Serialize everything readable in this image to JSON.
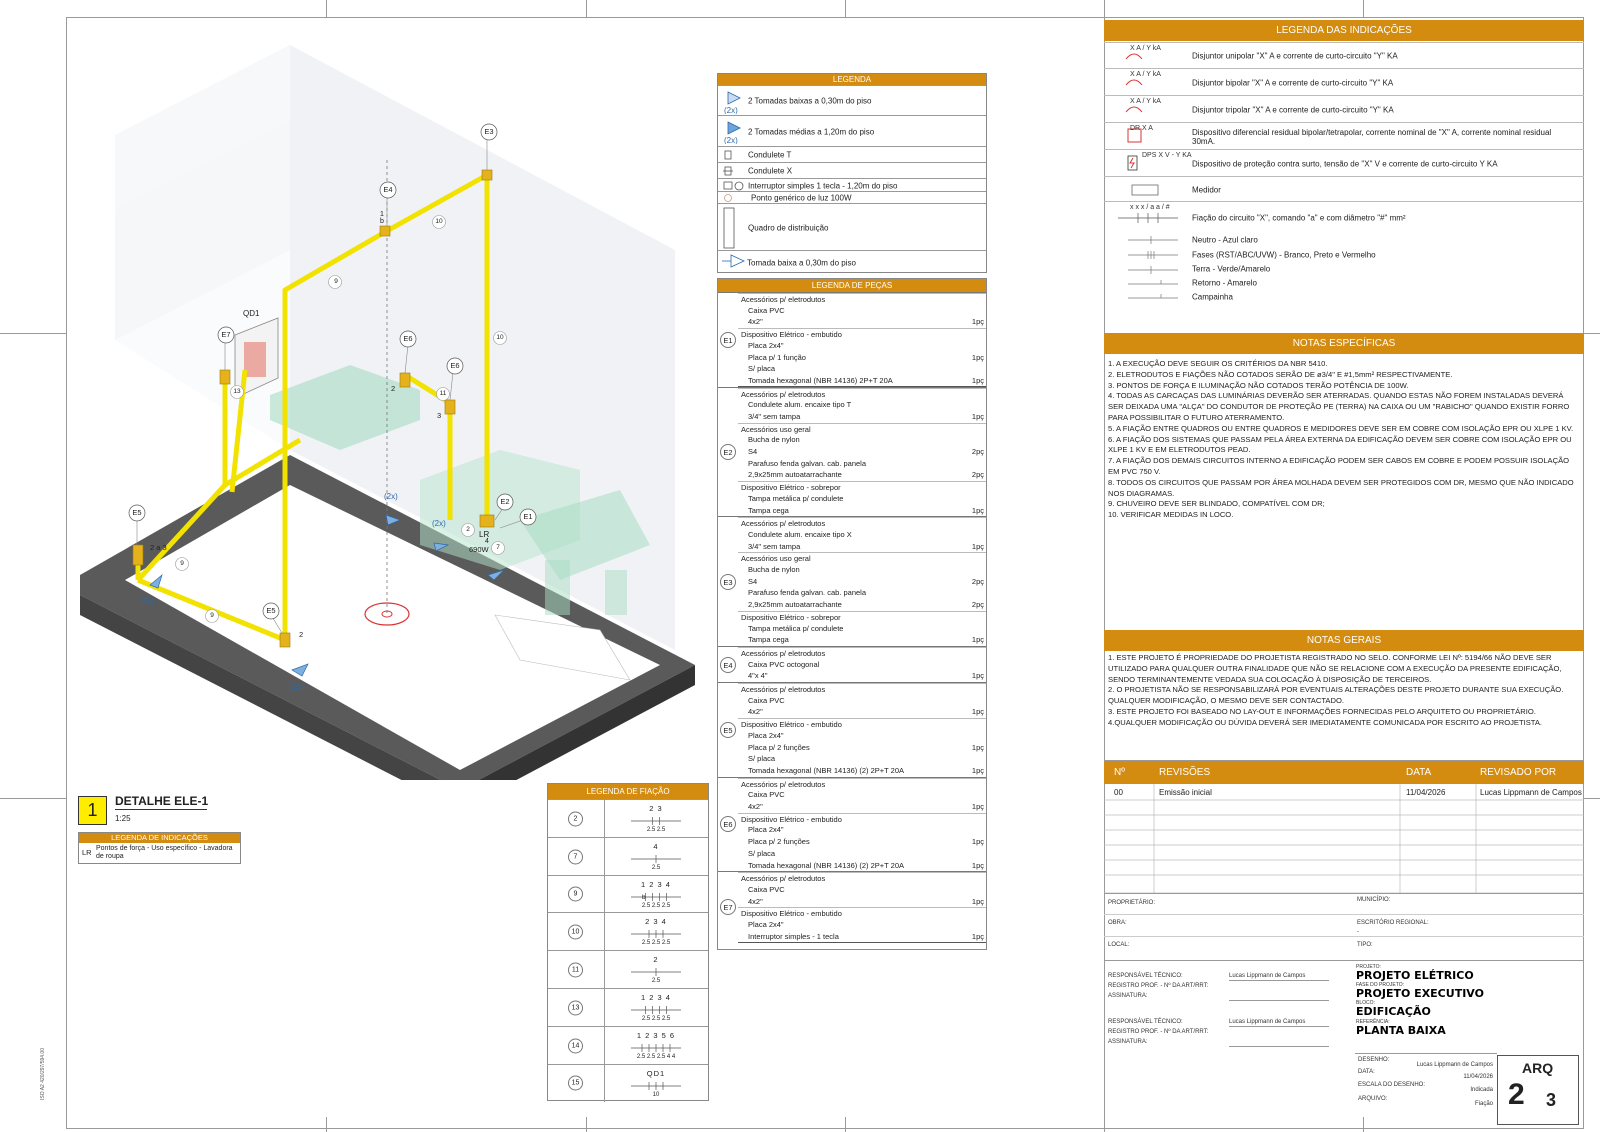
{
  "legend": {
    "title": "LEGENDA",
    "rows": [
      {
        "label": "2 Tomadas baixas a 0,30m do piso",
        "mult": "(2x)"
      },
      {
        "label": "2 Tomadas médias a 1,20m do piso",
        "mult": "(2x)"
      },
      {
        "label": "Condulete T"
      },
      {
        "label": "Condulete X"
      },
      {
        "label": "Interruptor simples 1 tecla - 1,20m do piso"
      },
      {
        "label": "Ponto genérico de luz 100W"
      },
      {
        "label": "Quadro de distribuição"
      },
      {
        "label": "Tomada baixa a 0,30m do piso"
      }
    ]
  },
  "parts": {
    "title": "LEGENDA DE PEÇAS",
    "groups": [
      {
        "code": "E1",
        "lines": [
          {
            "t": "Acessórios p/ eletrodutos",
            "k": "cat"
          },
          {
            "t": "Caixa PVC",
            "k": "item"
          },
          {
            "t": "4x2\"",
            "k": "item",
            "q": "1pç"
          },
          {
            "t": "Dispositivo Elétrico - embutido",
            "k": "cat"
          },
          {
            "t": "Placa 2x4\"",
            "k": "item"
          },
          {
            "t": "Placa p/ 1 função",
            "k": "item",
            "q": "1pç"
          },
          {
            "t": "S/ placa",
            "k": "item"
          },
          {
            "t": "Tomada hexagonal (NBR 14136) 2P+T 20A",
            "k": "item",
            "q": "1pç"
          }
        ]
      },
      {
        "code": "E2",
        "lines": [
          {
            "t": "Acessórios p/ eletrodutos",
            "k": "cat"
          },
          {
            "t": "Condulete alum. encaixe tipo T",
            "k": "item"
          },
          {
            "t": "3/4\" sem tampa",
            "k": "item",
            "q": "1pç"
          },
          {
            "t": "Acessórios uso geral",
            "k": "cat"
          },
          {
            "t": "Bucha de nylon",
            "k": "item"
          },
          {
            "t": "S4",
            "k": "item",
            "q": "2pç"
          },
          {
            "t": "Parafuso fenda galvan. cab. panela",
            "k": "item"
          },
          {
            "t": "2,9x25mm autoatarrachante",
            "k": "item",
            "q": "2pç"
          },
          {
            "t": "Dispositivo Elétrico - sobrepor",
            "k": "cat"
          },
          {
            "t": "Tampa metálica p/ condulete",
            "k": "item"
          },
          {
            "t": "Tampa cega",
            "k": "item",
            "q": "1pç"
          }
        ]
      },
      {
        "code": "E3",
        "lines": [
          {
            "t": "Acessórios p/ eletrodutos",
            "k": "cat"
          },
          {
            "t": "Condulete alum. encaixe tipo X",
            "k": "item"
          },
          {
            "t": "3/4\" sem tampa",
            "k": "item",
            "q": "1pç"
          },
          {
            "t": "Acessórios uso geral",
            "k": "cat"
          },
          {
            "t": "Bucha de nylon",
            "k": "item"
          },
          {
            "t": "S4",
            "k": "item",
            "q": "2pç"
          },
          {
            "t": "Parafuso fenda galvan. cab. panela",
            "k": "item"
          },
          {
            "t": "2,9x25mm autoatarrachante",
            "k": "item",
            "q": "2pç"
          },
          {
            "t": "Dispositivo Elétrico - sobrepor",
            "k": "cat"
          },
          {
            "t": "Tampa metálica p/ condulete",
            "k": "item"
          },
          {
            "t": "Tampa cega",
            "k": "item",
            "q": "1pç"
          }
        ]
      },
      {
        "code": "E4",
        "lines": [
          {
            "t": "Acessórios p/ eletrodutos",
            "k": "cat"
          },
          {
            "t": "Caixa PVC octogonal",
            "k": "item"
          },
          {
            "t": "4\"x 4\"",
            "k": "item",
            "q": "1pç"
          }
        ]
      },
      {
        "code": "E5",
        "lines": [
          {
            "t": "Acessórios p/ eletrodutos",
            "k": "cat"
          },
          {
            "t": "Caixa PVC",
            "k": "item"
          },
          {
            "t": "4x2\"",
            "k": "item",
            "q": "1pç"
          },
          {
            "t": "Dispositivo Elétrico - embutido",
            "k": "cat"
          },
          {
            "t": "Placa 2x4\"",
            "k": "item"
          },
          {
            "t": "Placa p/ 2 funções",
            "k": "item",
            "q": "1pç"
          },
          {
            "t": "S/ placa",
            "k": "item"
          },
          {
            "t": "Tomada hexagonal (NBR 14136) (2) 2P+T 20A",
            "k": "item",
            "q": "1pç"
          }
        ]
      },
      {
        "code": "E6",
        "lines": [
          {
            "t": "Acessórios p/ eletrodutos",
            "k": "cat"
          },
          {
            "t": "Caixa PVC",
            "k": "item"
          },
          {
            "t": "4x2\"",
            "k": "item",
            "q": "1pç"
          },
          {
            "t": "Dispositivo Elétrico - embutido",
            "k": "cat"
          },
          {
            "t": "Placa 2x4\"",
            "k": "item"
          },
          {
            "t": "Placa p/ 2 funções",
            "k": "item",
            "q": "1pç"
          },
          {
            "t": "S/ placa",
            "k": "item"
          },
          {
            "t": "Tomada hexagonal (NBR 14136) (2) 2P+T 20A",
            "k": "item",
            "q": "1pç"
          }
        ]
      },
      {
        "code": "E7",
        "lines": [
          {
            "t": "Acessórios p/ eletrodutos",
            "k": "cat"
          },
          {
            "t": "Caixa PVC",
            "k": "item"
          },
          {
            "t": "4x2\"",
            "k": "item",
            "q": "1pç"
          },
          {
            "t": "Dispositivo Elétrico - embutido",
            "k": "cat"
          },
          {
            "t": "Placa 2x4\"",
            "k": "item"
          },
          {
            "t": "Interruptor simples - 1 tecla",
            "k": "item",
            "q": "1pç"
          }
        ]
      }
    ]
  },
  "wiring": {
    "title": "LEGENDA DE FIAÇÃO",
    "rows": [
      {
        "id": "2",
        "nums": "2 3",
        "sub": "",
        "gauges": "2.5 2.5"
      },
      {
        "id": "7",
        "nums": "4",
        "sub": "",
        "gauges": "2.5"
      },
      {
        "id": "9",
        "nums": "1 2 3 4",
        "sub": "b",
        "gauges": "2.5 2.5 2.5"
      },
      {
        "id": "10",
        "nums": "2 3 4",
        "sub": "",
        "gauges": "2.5 2.5 2.5"
      },
      {
        "id": "11",
        "nums": "2",
        "sub": "",
        "gauges": "2.5"
      },
      {
        "id": "13",
        "nums": "1 2 3 4",
        "sub": "",
        "gauges": "2.5 2.5 2.5"
      },
      {
        "id": "14",
        "nums": "1 2 3 5 6",
        "sub": "",
        "gauges": "2.5 2.5 2.5 4 4"
      },
      {
        "id": "15",
        "nums": "QD1",
        "sub": "",
        "gauges": "10"
      }
    ]
  },
  "detail": {
    "number": "1",
    "title": "DETALHE ELE-1",
    "scale": "1:25",
    "ind_title": "LEGENDA DE INDICAÇÕES",
    "ind_code": "LR",
    "ind_text": "Pontos de força - Uso específico - Lavadora de roupa"
  },
  "drawing_labels": {
    "qd1": "QD1",
    "e1": "E1",
    "e2": "E2",
    "e3": "E3",
    "e4": "E4",
    "e5a": "E5",
    "e5b": "E5",
    "e6a": "E6",
    "e6b": "E6",
    "e7": "E7",
    "lr": "LR",
    "lr_power": "690W",
    "lr_num": "4",
    "n1b": "1",
    "n1b_sub": "b",
    "n2a": "2",
    "n2b": "2",
    "n3": "3",
    "n2a3": "2 a 3",
    "w9a": "9",
    "w9b": "9",
    "w10a": "10",
    "w10b": "10",
    "w11": "11",
    "w13": "13",
    "w2": "2",
    "w7": "7",
    "w9c": "9",
    "x2a": "(2x)",
    "x2b": "(2x)",
    "x2c": "(2x)",
    "x2d": "(2x)"
  },
  "right": {
    "ind_title": "LEGENDA DAS INDICAÇÕES",
    "indications": [
      {
        "sym": "X A / Y kA",
        "text": "Disjuntor unipolar \"X\" A e corrente de curto-circuito \"Y\" KA"
      },
      {
        "sym": "X A / Y kA",
        "text": "Disjuntor bipolar \"X\" A e corrente de curto-circuito \"Y\" KA"
      },
      {
        "sym": "X A / Y kA",
        "text": "Disjuntor tripolar \"X\" A e corrente de curto-circuito \"Y\" KA"
      },
      {
        "sym": "DR X A",
        "text": "Dispositivo diferencial residual bipolar/tetrapolar, corrente nominal de \"X\" A, corrente nominal residual 30mA."
      },
      {
        "sym": "DPS X V - Y KA",
        "text": "Dispositivo de proteção contra surto, tensão de \"X\" V e corrente de curto-circuito Y KA"
      },
      {
        "sym": "",
        "text": "Medidor"
      },
      {
        "sym": "x x x / a a / #",
        "text": "Fiação do circuito \"X\", comando \"a\" e com diâmetro \"#\" mm²"
      },
      {
        "sym": "",
        "text": "Neutro - Azul claro"
      },
      {
        "sym": "",
        "text": "Fases (RST/ABC/UVW) - Branco, Preto e Vermelho"
      },
      {
        "sym": "",
        "text": "Terra - Verde/Amarelo"
      },
      {
        "sym": "",
        "text": "Retorno - Amarelo"
      },
      {
        "sym": "",
        "text": "Campainha"
      }
    ],
    "spec_title": "NOTAS ESPECÍFICAS",
    "spec_notes": [
      "1. A EXECUÇÃO DEVE SEGUIR OS CRITÉRIOS DA NBR 5410.",
      "2. ELETRODUTOS E FIAÇÕES NÃO COTADOS SERÃO DE ø3/4\" E #1,5mm² RESPECTIVAMENTE.",
      "3. PONTOS DE FORÇA E ILUMINAÇÃO NÃO COTADOS TERÃO POTÊNCIA DE 100W.",
      "4. TODAS AS CARCAÇAS DAS LUMINÁRIAS DEVERÃO SER ATERRADAS. QUANDO ESTAS NÃO FOREM INSTALADAS DEVERÁ SER DEIXADA UMA \"ALÇA\" DO CONDUTOR DE PROTEÇÃO PE (TERRA) NA CAIXA OU UM \"RABICHO\" QUANDO EXISTIR FORRO PARA POSSIBILITAR O FUTURO ATERRAMENTO.",
      "5. A FIAÇÃO ENTRE QUADROS OU ENTRE QUADROS E MEDIDORES DEVE SER EM COBRE COM ISOLAÇÃO EPR OU XLPE 1 KV.",
      "6. A FIAÇÃO DOS SISTEMAS QUE PASSAM PELA ÁREA EXTERNA DA EDIFICAÇÃO DEVEM SER COBRE COM ISOLAÇÃO EPR OU XLPE 1 KV E EM ELETRODUTOS PEAD.",
      "7. A FIAÇÃO DOS DEMAIS CIRCUITOS INTERNO A EDIFICAÇÃO PODEM SER CABOS EM COBRE E PODEM POSSUIR ISOLAÇÃO EM PVC 750 V.",
      "8. TODOS OS CIRCUITOS QUE PASSAM POR ÁREA MOLHADA DEVEM SER PROTEGIDOS COM DR, MESMO QUE NÃO INDICADO NOS DIAGRAMAS.",
      "9. CHUVEIRO DEVE SER BLINDADO, COMPATÍVEL COM DR;",
      "10. VERIFICAR MEDIDAS IN LOCO."
    ],
    "gen_title": "NOTAS GERAIS",
    "gen_notes": [
      "1. ESTE PROJETO É PROPRIEDADE DO PROJETISTA REGISTRADO NO SELO. CONFORME LEI Nº: 5194/66 NÃO DEVE SER UTILIZADO PARA QUALQUER OUTRA FINALIDADE QUE NÃO SE RELACIONE COM A EXECUÇÃO DA PRESENTE EDIFICAÇÃO, SENDO TERMINANTEMENTE VEDADA SUA COLOCAÇÃO À DISPOSIÇÃO DE TERCEIROS.",
      "2. O PROJETISTA NÃO SE RESPONSABILIZARÁ POR EVENTUAIS ALTERAÇÕES DESTE PROJETO DURANTE SUA EXECUÇÃO. QUALQUER MODIFICAÇÃO, O MESMO DEVE SER CONTACTADO.",
      "3. ESTE PROJETO FOI BASEADO NO LAY-OUT E INFORMAÇÕES FORNECIDAS PELO ARQUITETO OU PROPRIETÁRIO.",
      "4.QUALQUER MODIFICAÇÃO OU DÚVIDA DEVERÁ SER IMEDIATAMENTE COMUNICADA POR ESCRITO AO PROJETISTA."
    ],
    "rev": {
      "h_no": "Nº",
      "h_rev": "REVISÕES",
      "h_date": "DATA",
      "h_by": "REVISADO POR",
      "no": "00",
      "desc": "Emissão inicial",
      "date": "11/04/2026",
      "by": "Lucas Lippmann de Campos"
    },
    "tb": {
      "proprietario": "PROPRIETÁRIO:",
      "municipio": "MUNICÍPIO:",
      "obra": "OBRA:",
      "escritorio": "ESCRITÓRIO REGIONAL:",
      "escritorio_val": "-",
      "local": "LOCAL:",
      "tipo": "TIPO:",
      "resp1": "RESPONSÁVEL TÉCNICO:",
      "resp1_val": "Lucas Lippmann de Campos",
      "reg1": "REGISTRO PROF. - Nº DA ART/RRT:",
      "ass1": "ASSINATURA:",
      "resp2": "RESPONSÁVEL TÉCNICO:",
      "resp2_val": "Lucas Lippmann de Campos",
      "reg2": "REGISTRO PROF. - Nº DA ART/RRT:",
      "ass2": "ASSINATURA:",
      "projeto_l": "PROJETO:",
      "projeto": "PROJETO ELÉTRICO",
      "fase_l": "FASE DO PROJETO:",
      "fase": "PROJETO EXECUTIVO",
      "bloco_l": "BLOCO:",
      "bloco": "EDIFICAÇÃO",
      "ref_l": "REFERÊNCIA:",
      "ref": "PLANTA BAIXA",
      "desenho_l": "DESENHO:",
      "desenho": "Lucas Lippmann de Campos",
      "data_l": "DATA:",
      "data": "11/04/2026",
      "escala_l": "ESCALA DO DESENHO:",
      "escala": "Indicada",
      "arquivo_l": "ARQUIVO:",
      "arquivo": "Fiação",
      "disc": "ARQ",
      "sheet": "2",
      "total": "3"
    },
    "side_code": "ISO A2 420/297/594.00"
  }
}
